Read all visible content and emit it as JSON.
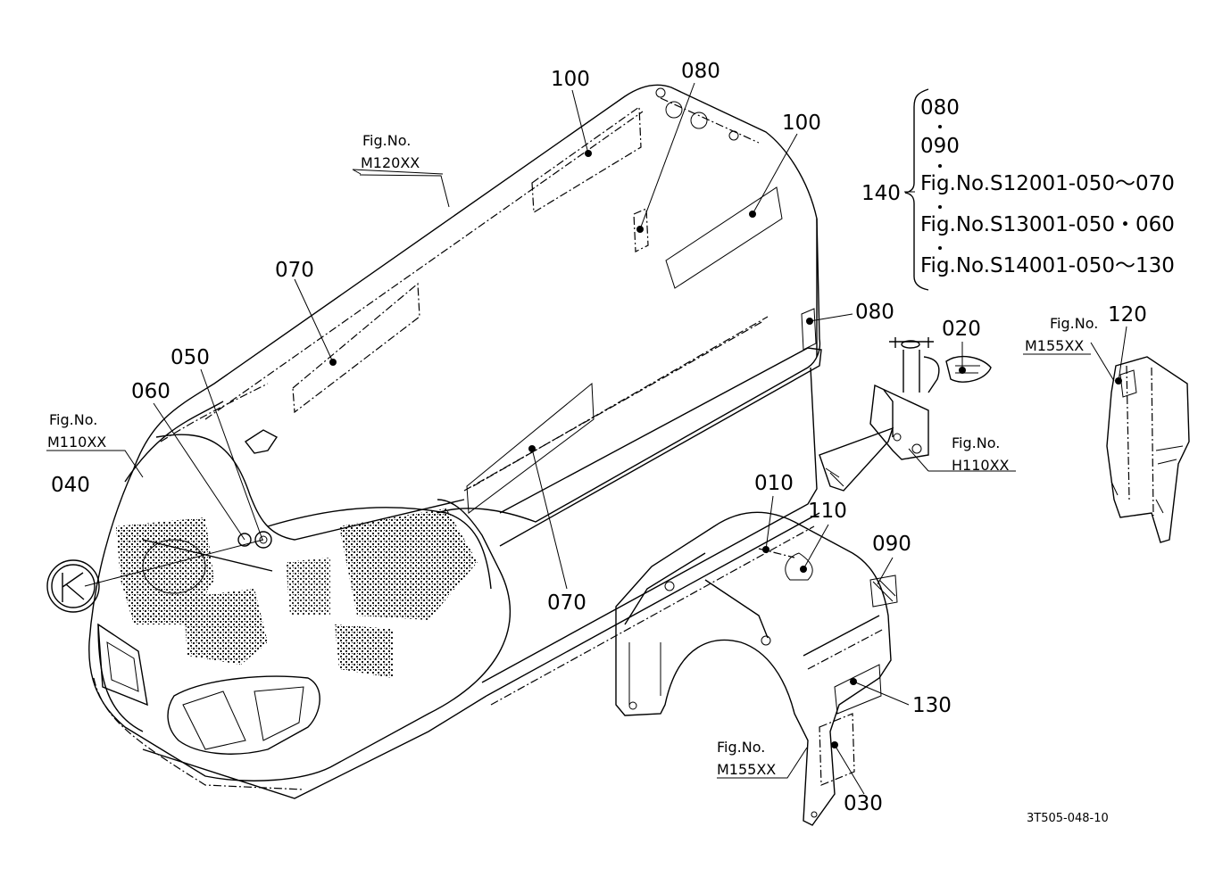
{
  "callouts": {
    "c100a": "100",
    "c080a": "080",
    "c100b": "100",
    "c070a": "070",
    "c080b": "080",
    "c020": "020",
    "c120": "120",
    "c050": "050",
    "c060": "060",
    "c040": "040",
    "c010": "010",
    "c110": "110",
    "c090": "090",
    "c070b": "070",
    "c130": "130",
    "c030": "030",
    "c140": "140"
  },
  "figrefs": [
    {
      "label": "Fig.No.",
      "code": "M120XX"
    },
    {
      "label": "Fig.No.",
      "code": "M110XX"
    },
    {
      "label": "Fig.No.",
      "code": "M155XX"
    },
    {
      "label": "Fig.No.",
      "code": "H110XX"
    },
    {
      "label": "Fig.No.",
      "code": "M155XX"
    }
  ],
  "legend": {
    "lines": [
      "080",
      "090",
      "Fig.No.S12001-050～070",
      "Fig.No.S13001-050・060",
      "Fig.No.S14001-050～130"
    ]
  },
  "drawing_code": "3T505-048-10"
}
